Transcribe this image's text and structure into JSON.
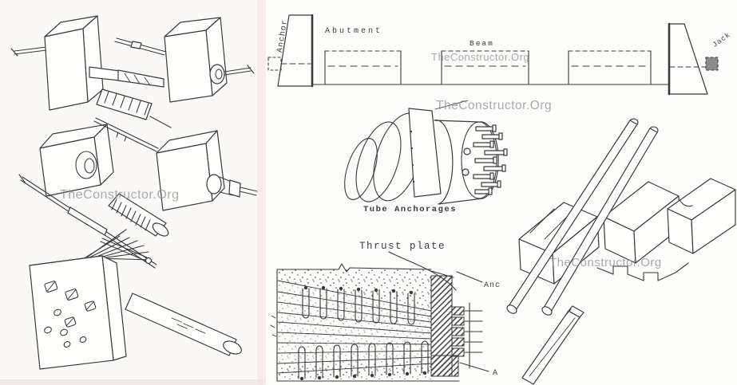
{
  "watermark": {
    "text": "TheConstructor.Org",
    "color": "#8f8f8f"
  },
  "pretension_diagram": {
    "anchor_label": "Anchor",
    "abutment_label": "Abutment",
    "beam_label": "Beam",
    "jack_label": "Jack"
  },
  "tube_anchorage": {
    "caption": "Tube Anchorages"
  },
  "thrust_plate_detail": {
    "title": "Thrust plate",
    "anchorage_label": "Anc",
    "point_label": "A"
  },
  "colors": {
    "ink": "#3a3a3a",
    "paper": "#fcfcfb",
    "watermark": "#8f8f8f"
  }
}
